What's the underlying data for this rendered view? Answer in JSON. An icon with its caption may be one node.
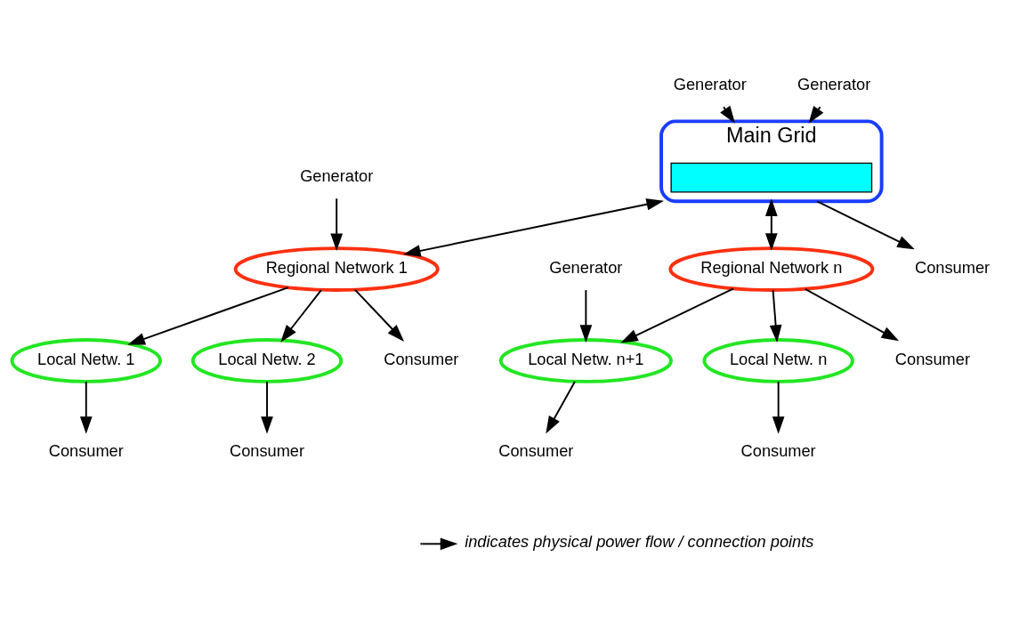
{
  "diagram": {
    "nodes": [
      {
        "text": [
          "Main Grid"
        ]
      },
      {
        "text": [],
        "shape": "box",
        "in": 0
      },
      {
        "text": [
          "Regional Network 1"
        ]
      },
      {
        "text": [
          "Regional Network n"
        ]
      },
      {
        "text": [
          "Local Netw. 1"
        ]
      },
      {
        "text": [
          "Local Netw. 2"
        ]
      },
      {
        "text": [
          "Local Netw. n"
        ]
      },
      {
        "text": [
          "Local Netw. n+1"
        ]
      },
      {
        "text": [
          "Generator"
        ]
      },
      {
        "text": [
          "Generator"
        ]
      },
      {
        "text": [
          "Consumer"
        ]
      },
      {
        "text": [
          "Generator"
        ]
      },
      {
        "text": [
          "Consumer"
        ]
      },
      {
        "text": [
          "Consumer"
        ]
      },
      {
        "text": [
          "Generator"
        ]
      },
      {
        "text": [
          "Consumer"
        ]
      },
      {
        "text": [
          "Consumer"
        ]
      },
      {
        "text": [
          "Consumer"
        ]
      },
      {
        "text": [
          "Consumer"
        ]
      }
    ],
    "edges": [
      {
        "from": 8,
        "to": 0,
        "arrow": "to"
      },
      {
        "from": 9,
        "to": 0,
        "arrow": "to"
      },
      {
        "from": 0,
        "to": 10,
        "arrow": "to"
      },
      {
        "from": 0,
        "to": 2,
        "arrow": "both"
      },
      {
        "from": 0,
        "to": 3,
        "arrow": "both"
      },
      {
        "from": 11,
        "to": 2,
        "arrow": "to"
      },
      {
        "from": 2,
        "to": 12,
        "arrow": "to"
      },
      {
        "from": 3,
        "to": 13,
        "arrow": "to"
      },
      {
        "from": 2,
        "to": 4,
        "arrow": "to"
      },
      {
        "from": 2,
        "to": 5,
        "arrow": "to"
      },
      {
        "from": 3,
        "to": 6,
        "arrow": "to"
      },
      {
        "from": 3,
        "to": 7,
        "arrow": "to"
      },
      {
        "from": 14,
        "to": 7,
        "arrow": "to"
      },
      {
        "from": 4,
        "to": 15,
        "arrow": "to"
      },
      {
        "from": 5,
        "to": 16,
        "arrow": "to"
      },
      {
        "from": 6,
        "to": 17,
        "arrow": "to"
      },
      {
        "from": 7,
        "to": 18,
        "arrow": "to"
      }
    ],
    "legend": [
      {
        "text": "indicates physical power flow / connection points"
      }
    ]
  }
}
